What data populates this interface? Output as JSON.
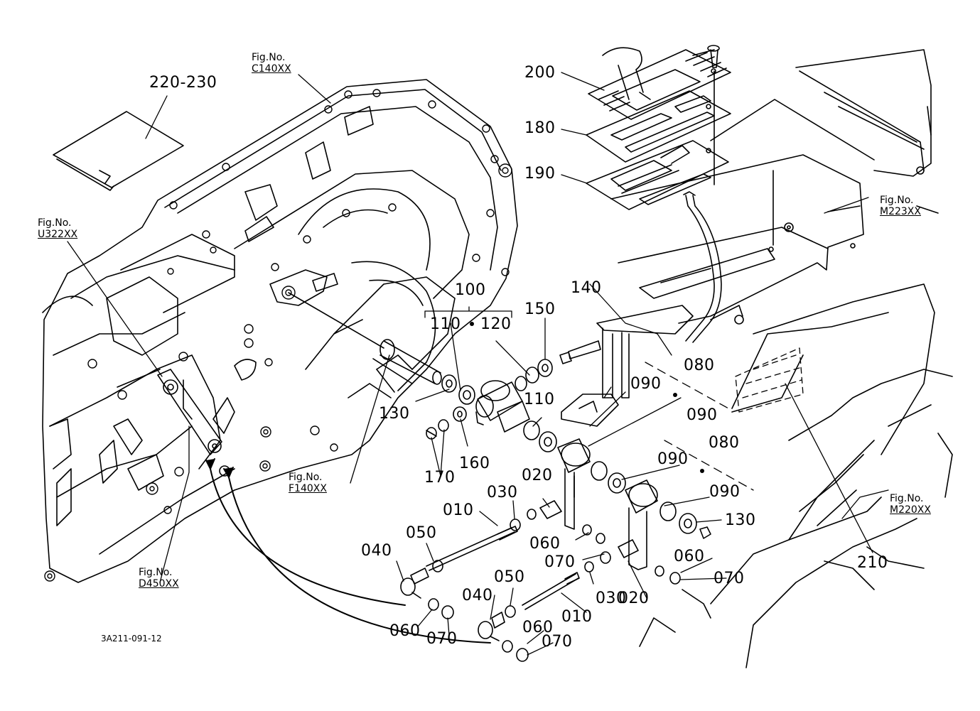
{
  "callouts": {
    "c220_230": "220-230",
    "c200": "200",
    "c180": "180",
    "c190": "190",
    "c100": "100",
    "c110a": "110",
    "c120": "120",
    "c150": "150",
    "c140": "140",
    "c080a": "080",
    "c090a": "090",
    "c090b": "090",
    "c130a": "130",
    "c160": "160",
    "c170": "170",
    "c110b": "110",
    "c080b": "080",
    "c090c": "090",
    "c090d": "090",
    "c130b": "130",
    "c210": "210",
    "c020a": "020",
    "c030a": "030",
    "c010a": "010",
    "c050a": "050",
    "c040a": "040",
    "c060a": "060",
    "c070a": "070",
    "c060b": "060",
    "c070b": "070",
    "c050b": "050",
    "c040b": "040",
    "c030b": "030",
    "c010b": "010",
    "c020b": "020",
    "c060c": "060",
    "c070c": "070",
    "c060d": "060",
    "c070d": "070"
  },
  "fig_refs": {
    "label": "Fig.No.",
    "c140": "C140XX",
    "u322": "U322XX",
    "m223": "M223XX",
    "f140": "F140XX",
    "m220": "M220XX",
    "d450": "D450XX"
  },
  "drawing_code": "3A211-091-12"
}
